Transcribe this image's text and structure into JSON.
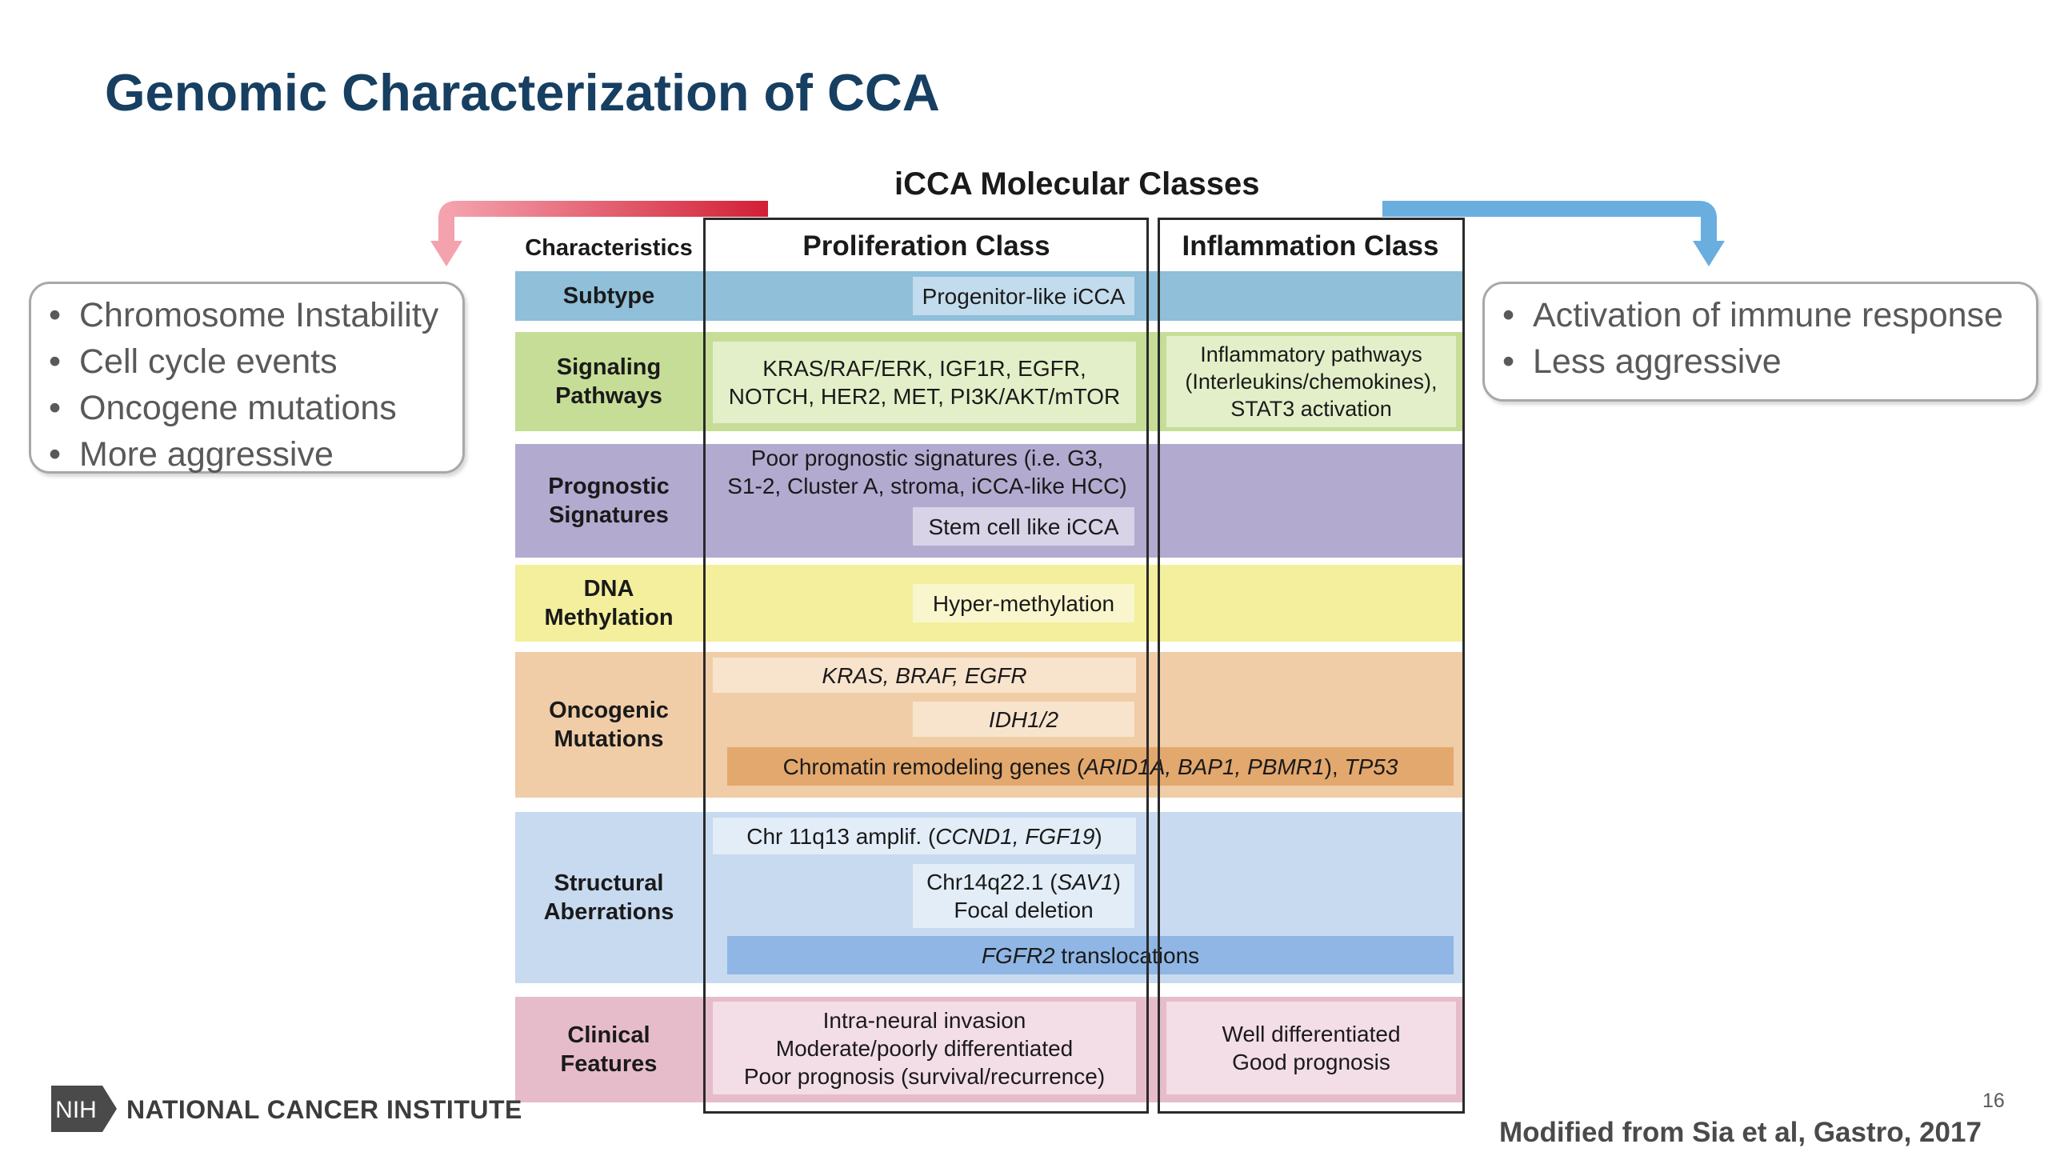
{
  "slide": {
    "title": "Genomic Characterization of CCA",
    "page_number": "16",
    "citation": "Modified from Sia et al, Gastro, 2017",
    "footer_logo_mark": "NIH",
    "footer_logo_text": "NATIONAL CANCER INSTITUTE"
  },
  "figure": {
    "title": "iCCA Molecular Classes",
    "characteristics_header": "Characteristics",
    "proliferation_header": "Proliferation Class",
    "inflammation_header": "Inflammation Class",
    "rows": {
      "subtype": {
        "label": "Subtype",
        "prolif": "Progenitor-like iCCA"
      },
      "signaling": {
        "label_1": "Signaling",
        "label_2": "Pathways",
        "prolif_1": "KRAS/RAF/ERK, IGF1R, EGFR,",
        "prolif_2": "NOTCH, HER2, MET, PI3K/AKT/mTOR",
        "inflam_1": "Inflammatory pathways",
        "inflam_2": "(Interleukins/chemokines),",
        "inflam_3": "STAT3 activation"
      },
      "prognostic": {
        "label_1": "Prognostic",
        "label_2": "Signatures",
        "prolif_1": "Poor prognostic signatures (i.e. G3,",
        "prolif_2": "S1-2, Cluster A, stroma, iCCA-like HCC)",
        "prolif_3": "Stem cell like iCCA"
      },
      "methylation": {
        "label_1": "DNA",
        "label_2": "Methylation",
        "prolif": "Hyper-methylation"
      },
      "oncogenic": {
        "label_1": "Oncogenic",
        "label_2": "Mutations",
        "prolif_1": "KRAS, BRAF, EGFR",
        "prolif_2": "IDH1/2",
        "span_prefix": "Chromatin remodeling genes (",
        "span_genes": "ARID1A, BAP1, PBMR1",
        "span_sep": "), ",
        "span_tail": "TP53"
      },
      "structural": {
        "label_1": "Structural",
        "label_2": "Aberrations",
        "prolif_1_prefix": "Chr 11q13 amplif. (",
        "prolif_1_genes": "CCND1, FGF19",
        "prolif_1_suffix": ")",
        "prolif_2_prefix": "Chr14q22.1 (",
        "prolif_2_gene": "SAV1",
        "prolif_2_suffix": ")",
        "prolif_3": "Focal deletion",
        "span_gene": "FGFR2",
        "span_text": " translocations"
      },
      "clinical": {
        "label_1": "Clinical",
        "label_2": "Features",
        "prolif_1": "Intra-neural invasion",
        "prolif_2": "Moderate/poorly differentiated",
        "prolif_3": "Poor prognosis (survival/recurrence)",
        "inflam_1": "Well differentiated",
        "inflam_2": "Good prognosis"
      }
    }
  },
  "left_callout": {
    "items": [
      "Chromosome Instability",
      "Cell cycle events",
      "Oncogene mutations",
      "More aggressive"
    ]
  },
  "right_callout": {
    "items": [
      "Activation of immune response",
      "Less aggressive"
    ]
  },
  "colors": {
    "title": "#163f62",
    "subtype": "#8fbfd9",
    "signaling": "#c6dd97",
    "prognostic": "#b3aad0",
    "methylation": "#f3ef9c",
    "oncogenic": "#f0cda7",
    "structural": "#c7daf0",
    "clinical": "#e6bccb",
    "red_arrow": "#d9213b",
    "blue_arrow": "#6aaee0"
  }
}
